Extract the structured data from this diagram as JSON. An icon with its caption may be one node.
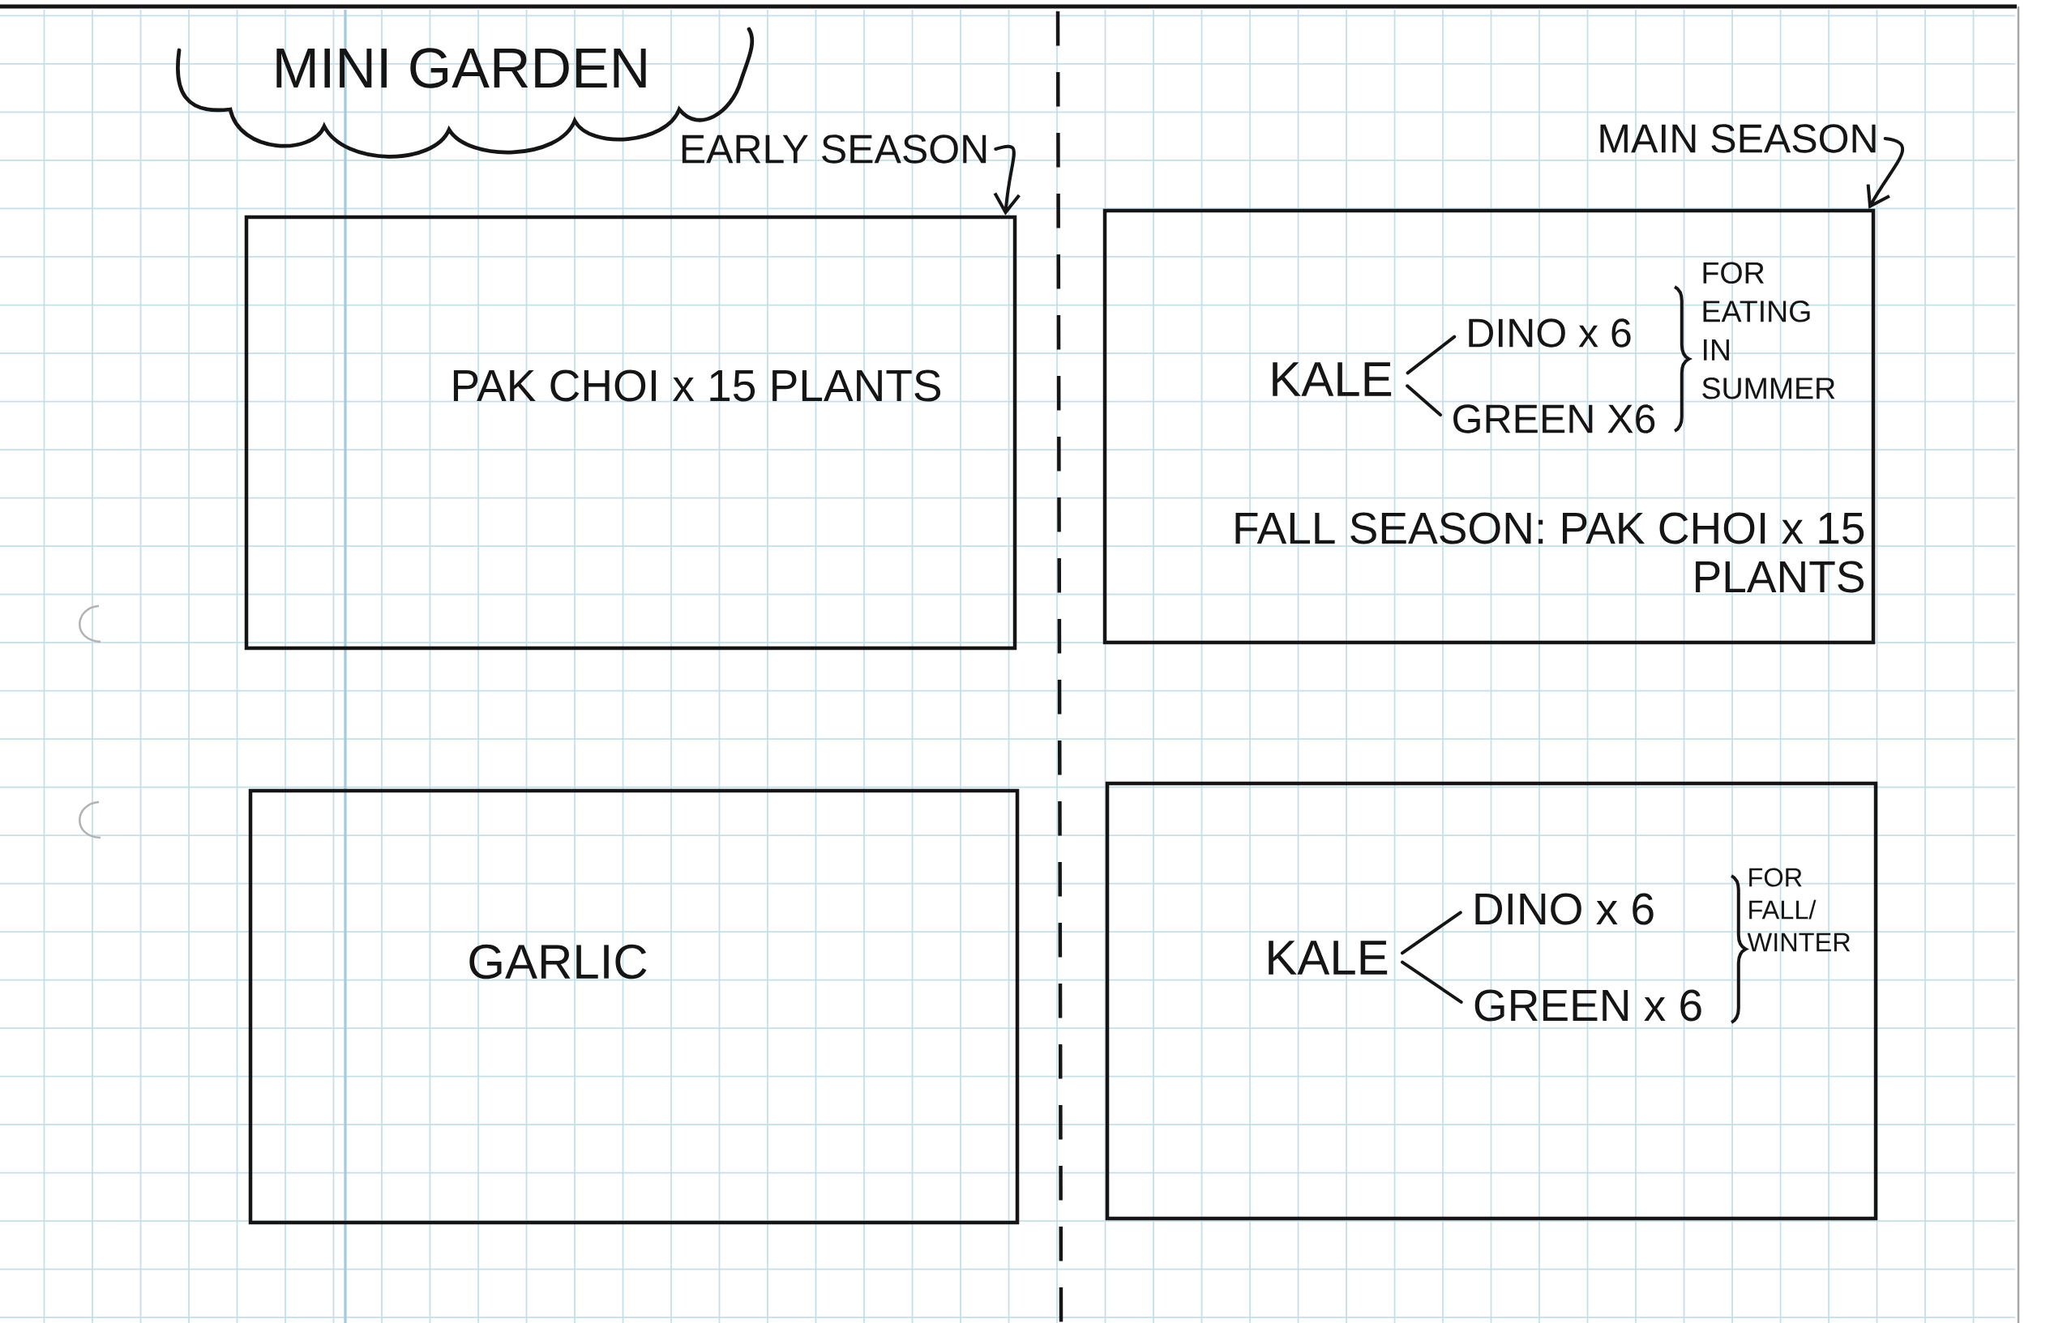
{
  "diagram": {
    "title": "MINI GARDEN",
    "nodes": [
      {
        "text": [
          "EARLY SEASON"
        ]
      },
      {
        "text": [
          "MAIN SEASON"
        ]
      },
      {
        "text": [
          "PAK CHOI x 15 PLANTS"
        ]
      },
      {
        "text": [
          "FOR EATING IN SUMMER",
          "FALL SEASON: PAK CHOI x 15 PLANTS"
        ]
      },
      {
        "text": [
          "KALE"
        ],
        "in": 3
      },
      {
        "text": [
          "DINO x 6"
        ],
        "in": 3
      },
      {
        "text": [
          "GREEN X6"
        ],
        "in": 3
      },
      {
        "text": [
          "GARLIC"
        ]
      },
      {
        "text": [
          "FOR FALL/ WINTER"
        ]
      },
      {
        "text": [
          "KALE"
        ],
        "in": 8
      },
      {
        "text": [
          "DINO x 6"
        ],
        "in": 8
      },
      {
        "text": [
          "GREEN x 6"
        ],
        "in": 8
      }
    ],
    "edges": [
      {
        "from": 0,
        "to": 2,
        "arrow": "to"
      },
      {
        "from": 1,
        "to": 3,
        "arrow": "to"
      },
      {
        "from": 4,
        "to": 5,
        "arrow": "none"
      },
      {
        "from": 4,
        "to": 6,
        "arrow": "none"
      },
      {
        "from": 9,
        "to": 10,
        "arrow": "none"
      },
      {
        "from": 9,
        "to": 11,
        "arrow": "none"
      }
    ]
  }
}
